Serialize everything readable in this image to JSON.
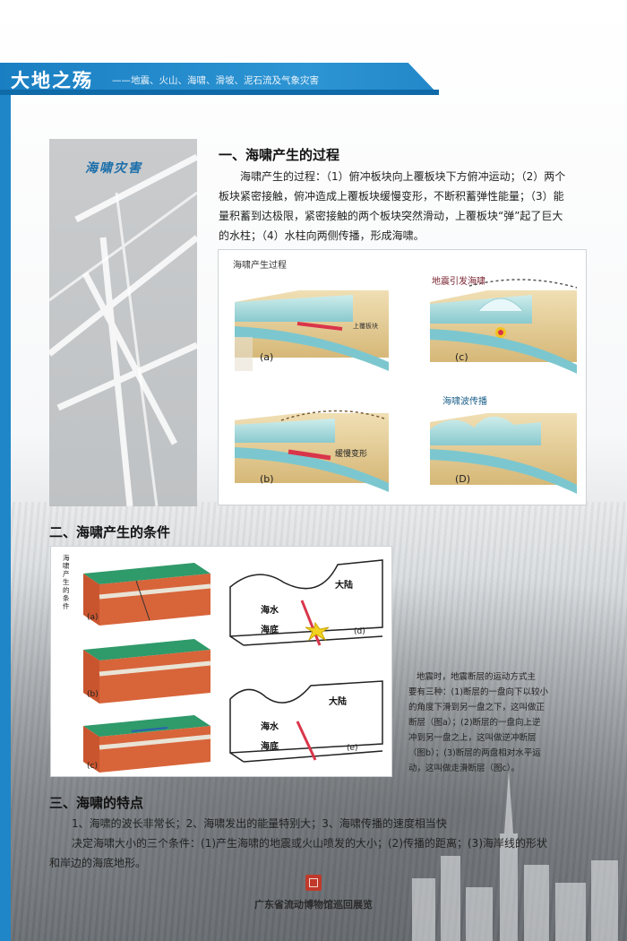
{
  "header": {
    "title": "大地之殇",
    "subtitle": "——地震、火山、海啸、滑坡、泥石流及气象灾害"
  },
  "side_panel": {
    "label": "海啸灾害"
  },
  "section1": {
    "heading": "一、海啸产生的过程",
    "paragraph_lines": [
      "海啸产生的过程：（1）俯冲板块向上覆板块下方俯冲运动；（2）两个",
      "板块紧密接触，俯冲造成上覆板块缓慢变形，不断积蓄弹性能量；（3）能",
      "量积蓄到达极限，紧密接触的两个板块突然滑动，上覆板块“弹”起了巨大",
      "的水柱；（4）水柱向两侧传播，形成海啸。"
    ],
    "figure": {
      "title": "海啸产生过程",
      "panel_a": "(a)",
      "panel_b": "(b)",
      "panel_c": "(c)",
      "panel_d": "(D)",
      "label_upper_plate": "上覆板块",
      "label_slow_deform": "缓慢变形",
      "label_quake_wave": "地震引发海啸",
      "label_wave_spread": "海啸波传播"
    }
  },
  "section2": {
    "heading": "二、海啸产生的条件",
    "figure": {
      "vertical_label": "海啸产生的条件",
      "panel_a": "(a)",
      "panel_b": "(b)",
      "panel_c": "(c)",
      "panel_d": "(d)",
      "panel_e": "(e)",
      "land": "大陆",
      "seawater": "海水",
      "seafloor": "海底"
    },
    "note_lines": [
      "地震时，地震断层的运动方式主",
      "要有三种：(1)断层的一盘向下以较小",
      "的角度下滑到另一盘之下，这叫做正",
      "断层（图a）；(2)断层的一盘向上逆",
      "冲到另一盘之上，这叫做逆冲断层",
      "（图b）；(3)断层的两盘相对水平运",
      "动，这叫做走滑断层（图c）。"
    ]
  },
  "section3": {
    "heading": "三、海啸的特点",
    "line1": "1、海啸的波长非常长；2、海啸发出的能量特别大；3、海啸传播的速度相当快",
    "line2": "决定海啸大小的三个条件：(1)产生海啸的地震或火山喷发的大小；(2)传播的距离；(3)海岸线的形状",
    "line3": "和岸边的海底地形。"
  },
  "footer": {
    "text": "广东省流动博物馆巡回展览"
  },
  "colors": {
    "header_blue": "#1f86c8",
    "sea_teal": "#8fd2dc",
    "crust_tan": "#e3c98c",
    "plate_red": "#d9354a",
    "land_green": "#2f9a6a",
    "rock_orange": "#d8643a"
  }
}
